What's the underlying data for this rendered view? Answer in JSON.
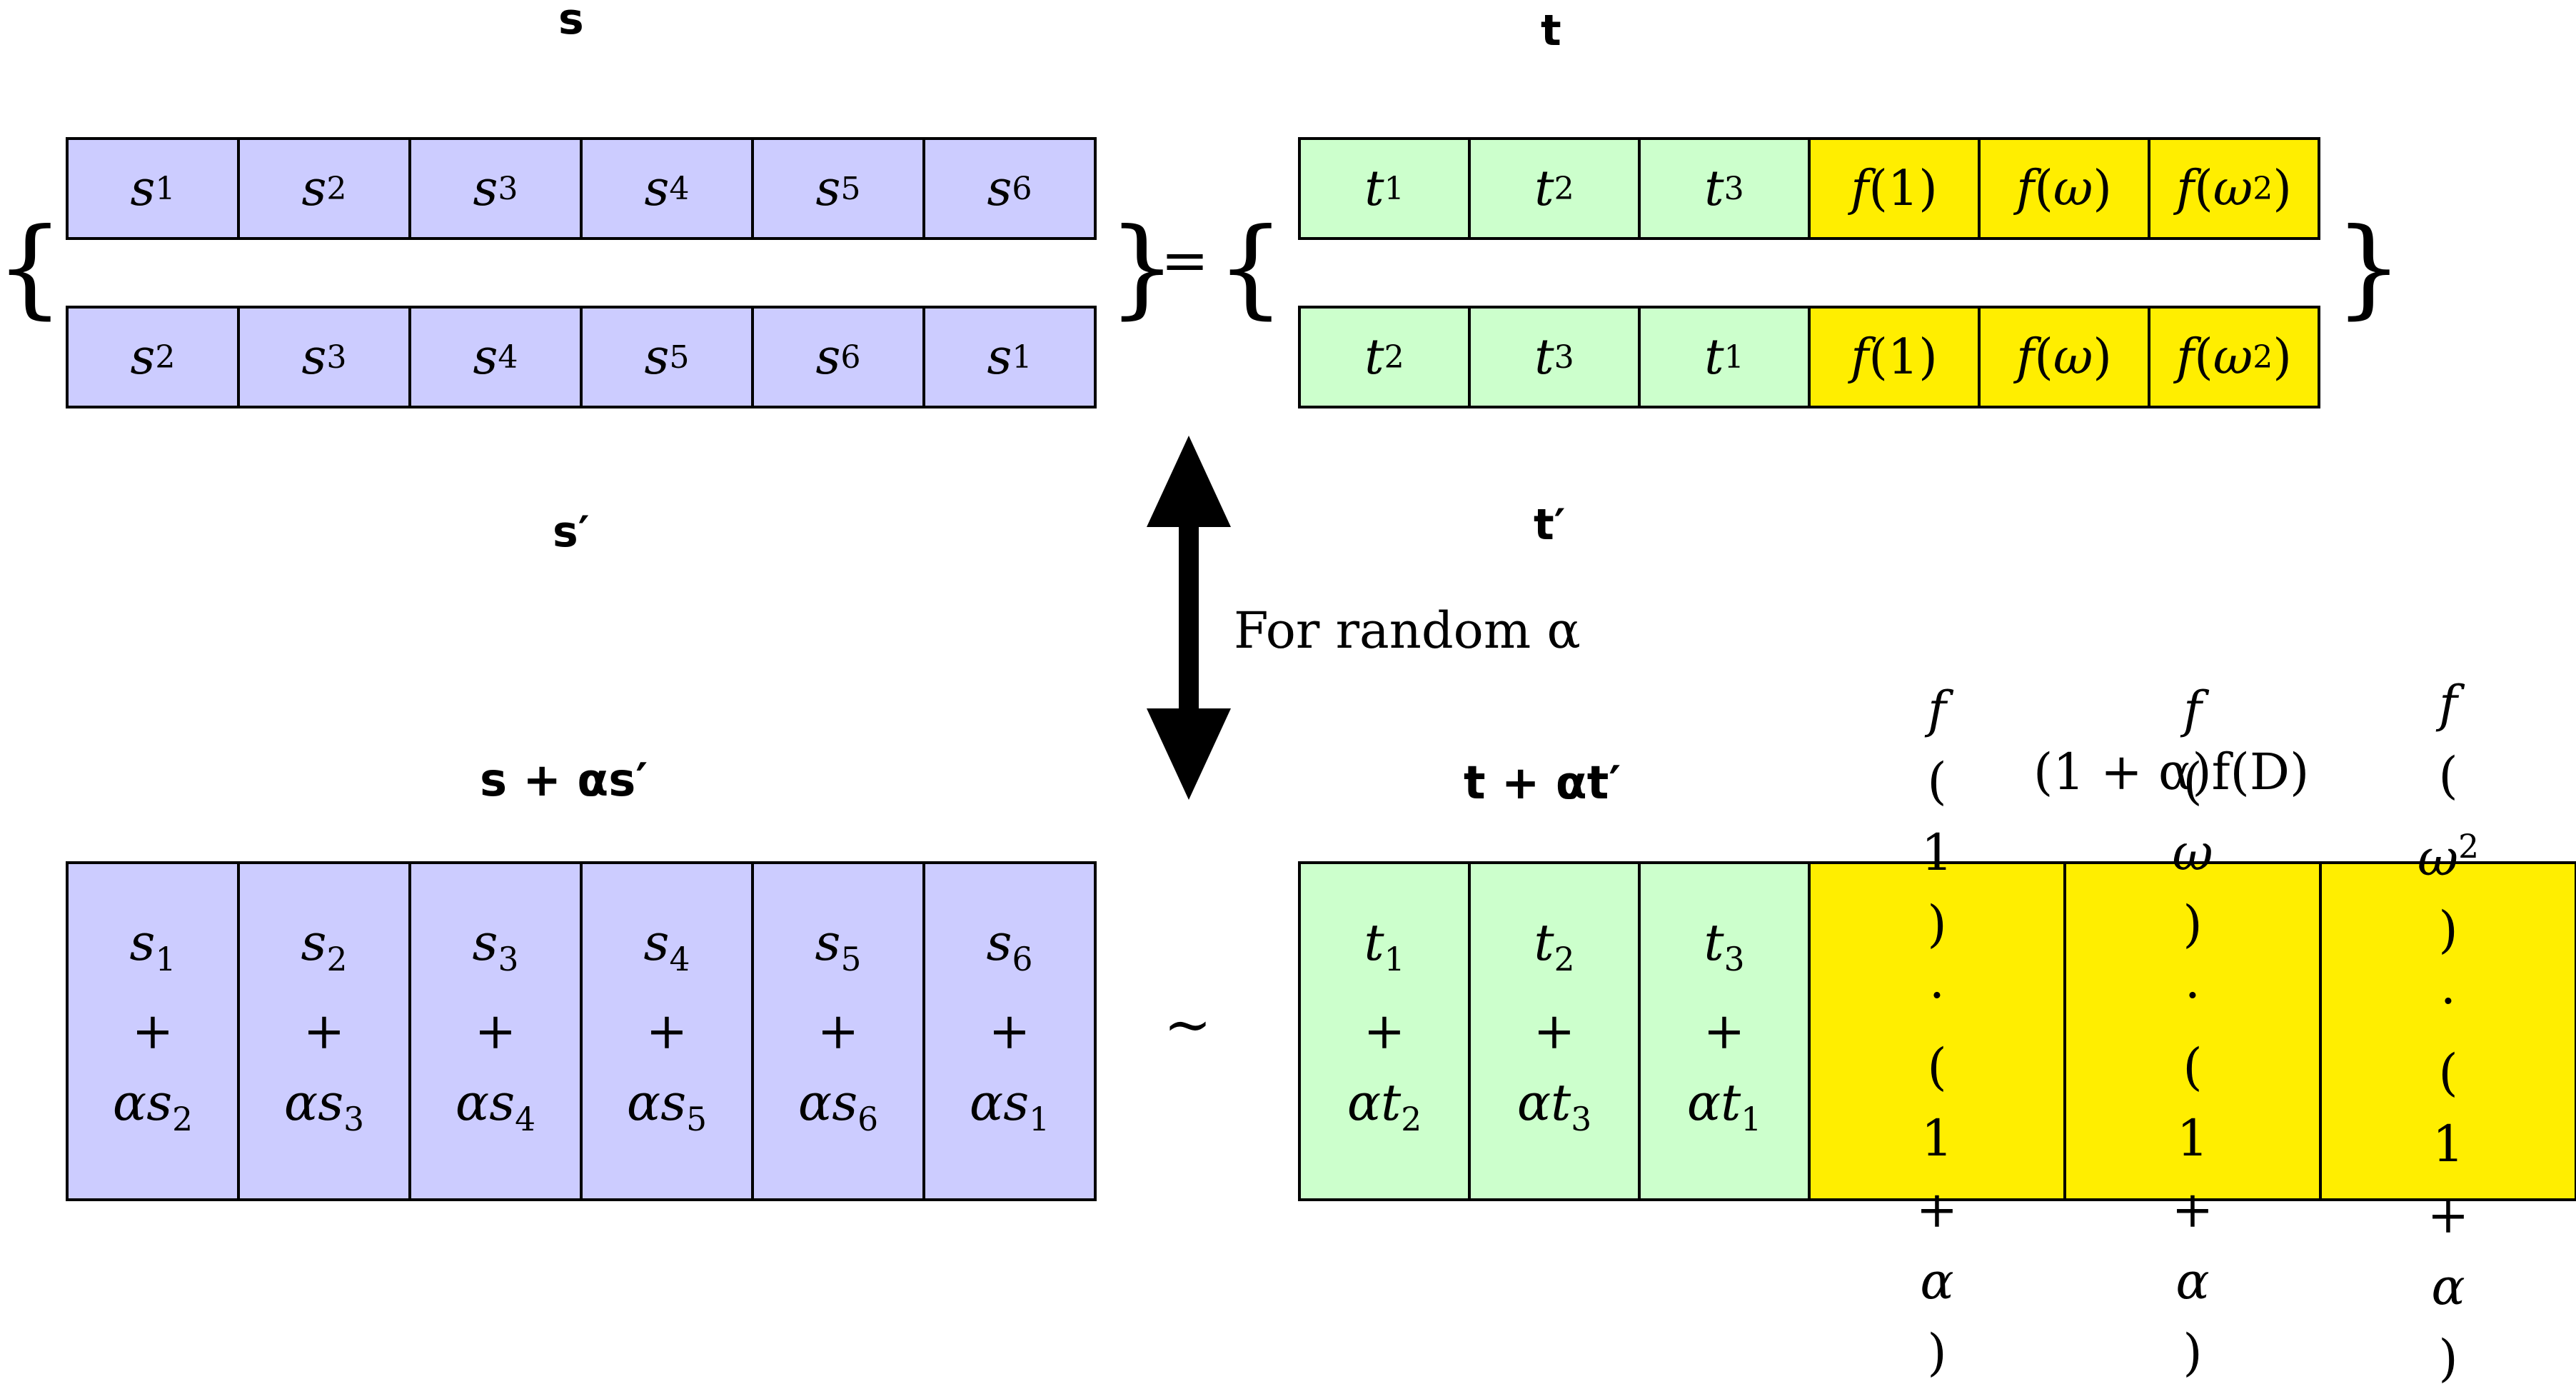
{
  "labels": {
    "s": "s",
    "t": "t",
    "s_prime": "s′",
    "t_prime": "t′",
    "s_plus_alpha_s_prime": "s + αs′",
    "t_plus_alpha_t_prime": "t + αt′",
    "f_d": "(1 + α)f(D)",
    "for_random": "For random α"
  },
  "symbols": {
    "open_brace": "{",
    "close_brace": "}",
    "equals": "=",
    "tilde": "~"
  },
  "colors": {
    "s_cell": "#ccccff",
    "t_cell": "#ccffcc",
    "f_cell": "#ffee00"
  },
  "top": {
    "s_row1": [
      "s1",
      "s2",
      "s3",
      "s4",
      "s5",
      "s6"
    ],
    "s_row2": [
      "s2",
      "s3",
      "s4",
      "s5",
      "s6",
      "s1"
    ],
    "t_row1": [
      "t1",
      "t2",
      "t3",
      "f(1)",
      "f(ω)",
      "f(ω²)"
    ],
    "t_row2": [
      "t2",
      "t3",
      "t1",
      "f(1)",
      "f(ω)",
      "f(ω²)"
    ]
  },
  "bottom": {
    "s_cells": [
      [
        "s1",
        "+",
        "αs2"
      ],
      [
        "s2",
        "+",
        "αs3"
      ],
      [
        "s3",
        "+",
        "αs4"
      ],
      [
        "s4",
        "+",
        "αs5"
      ],
      [
        "s5",
        "+",
        "αs6"
      ],
      [
        "s6",
        "+",
        "αs1"
      ]
    ],
    "t_cells": [
      [
        "t1",
        "+",
        "αt2"
      ],
      [
        "t2",
        "+",
        "αt3"
      ],
      [
        "t3",
        "+",
        "αt1"
      ]
    ],
    "f_cells": [
      [
        "f(1)",
        "·",
        "(1 + α)"
      ],
      [
        "f(ω)",
        "·",
        "(1 + α)"
      ],
      [
        "f(ω²)",
        "·",
        "(1 + α)"
      ]
    ]
  }
}
